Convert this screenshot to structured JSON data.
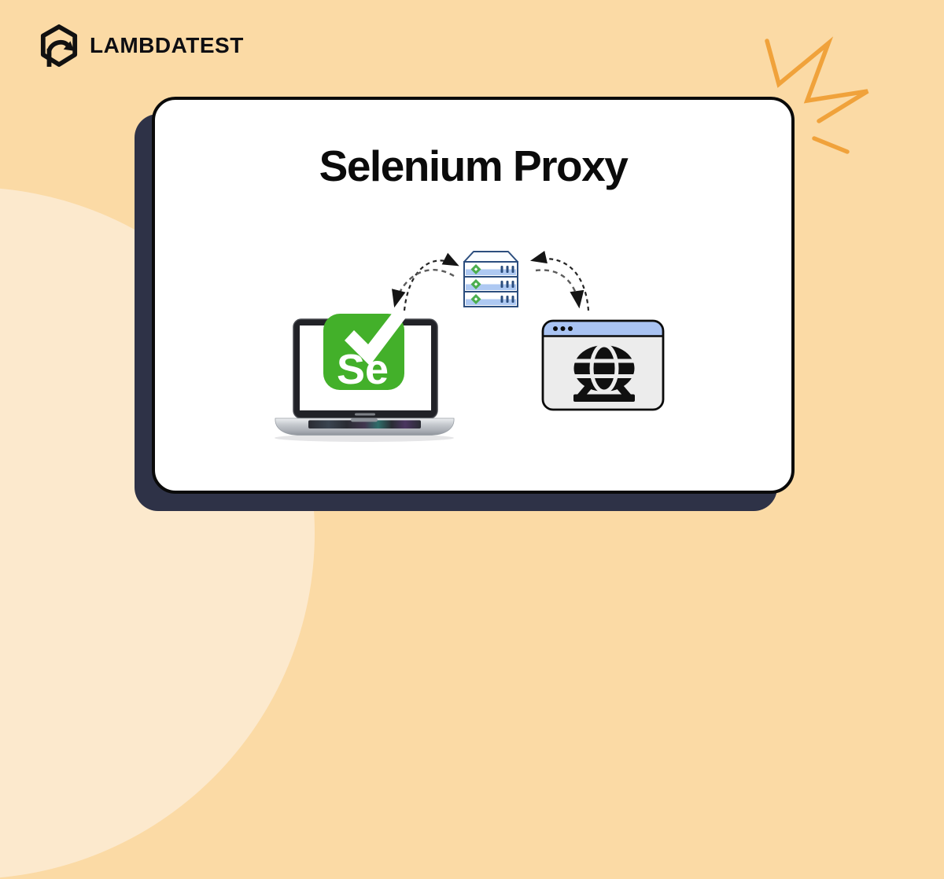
{
  "header": {
    "brand": "LAMBDATEST"
  },
  "card": {
    "title": "Selenium Proxy"
  },
  "diagram": {
    "selenium_logo": {
      "text": "Se",
      "color": "#43B02A"
    },
    "flow": {
      "left_node": "selenium-laptop",
      "middle_node": "proxy-server",
      "right_node": "web-browser"
    }
  },
  "colors": {
    "background": "#FBDAA5",
    "background_blob": "#FCE9CD",
    "doodle_orange": "#F0A23B",
    "card_background": "#FFFFFF",
    "card_border": "#0A0A0A",
    "card_backdrop": "#2E3247",
    "server_outline_blue": "#2C4E7E",
    "server_band_blue": "#AEC9F2",
    "server_led_green": "#4BAE4F",
    "browser_titlebar_blue": "#A9C3F2",
    "browser_body_gray": "#ECECEC",
    "arrow_dark": "#252525",
    "arrow_gray": "#5C5C5C"
  }
}
